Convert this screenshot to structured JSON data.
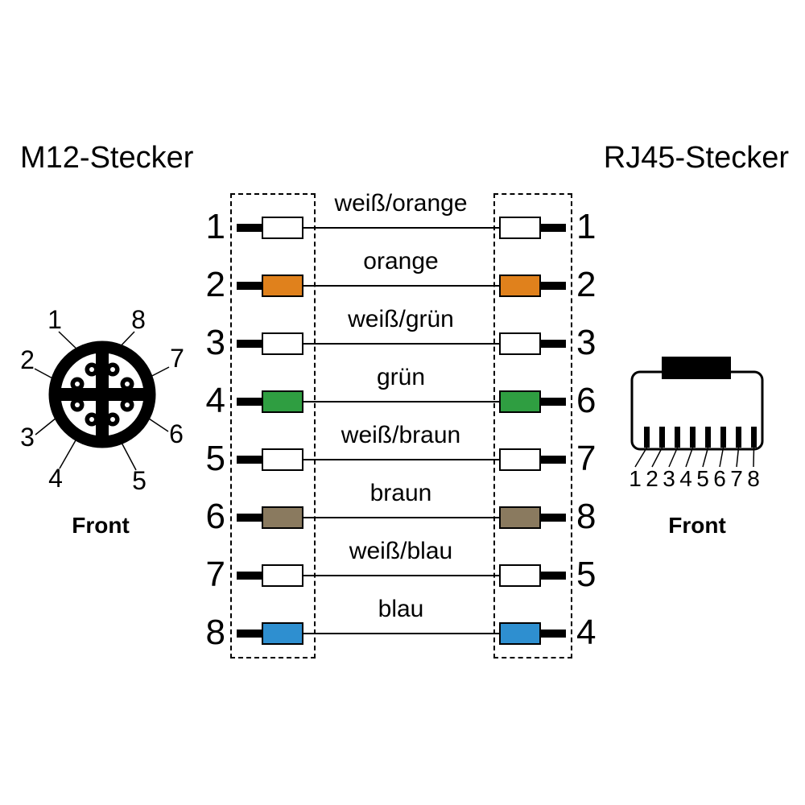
{
  "titles": {
    "m12": "M12-Stecker",
    "rj45": "RJ45-Stecker"
  },
  "m12": {
    "front_label": "Front",
    "pin_labels": [
      "1",
      "2",
      "3",
      "4",
      "5",
      "6",
      "7",
      "8"
    ]
  },
  "rj45": {
    "front_label": "Front",
    "pin_numbers": [
      "1",
      "2",
      "3",
      "4",
      "5",
      "6",
      "7",
      "8"
    ]
  },
  "colors": {
    "white": "#ffffff",
    "orange": "#e0811c",
    "green": "#2f9e41",
    "brown": "#8a7a5f",
    "blue": "#2e8fd0",
    "black": "#000000"
  },
  "wiring": {
    "rows": [
      {
        "m12_pin": "1",
        "label": "weiß/orange",
        "color": "#ffffff",
        "rj45_pin": "1"
      },
      {
        "m12_pin": "2",
        "label": "orange",
        "color": "#e0811c",
        "rj45_pin": "2"
      },
      {
        "m12_pin": "3",
        "label": "weiß/grün",
        "color": "#ffffff",
        "rj45_pin": "3"
      },
      {
        "m12_pin": "4",
        "label": "grün",
        "color": "#2f9e41",
        "rj45_pin": "6"
      },
      {
        "m12_pin": "5",
        "label": "weiß/braun",
        "color": "#ffffff",
        "rj45_pin": "7"
      },
      {
        "m12_pin": "6",
        "label": "braun",
        "color": "#8a7a5f",
        "rj45_pin": "8"
      },
      {
        "m12_pin": "7",
        "label": "weiß/blau",
        "color": "#ffffff",
        "rj45_pin": "5"
      },
      {
        "m12_pin": "8",
        "label": "blau",
        "color": "#2e8fd0",
        "rj45_pin": "4"
      }
    ]
  }
}
